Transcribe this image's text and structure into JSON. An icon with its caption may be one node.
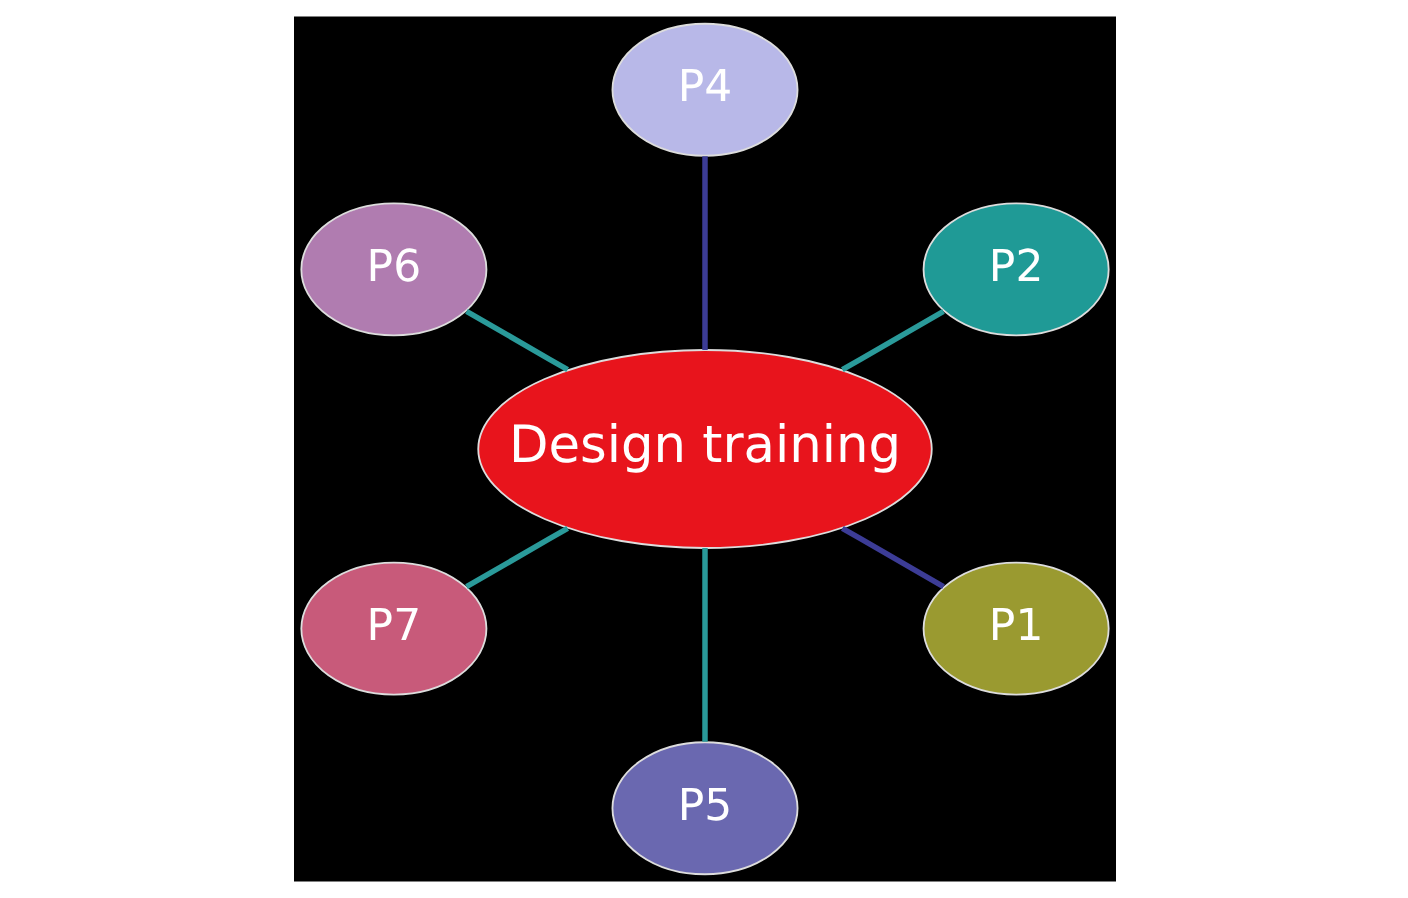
{
  "diagram": {
    "nodes": [
      {
        "text": [
          "Design training"
        ]
      },
      {
        "text": [
          "P2"
        ]
      },
      {
        "text": [
          "P4"
        ]
      },
      {
        "text": [
          "P6"
        ]
      },
      {
        "text": [
          "P7"
        ]
      },
      {
        "text": [
          "P5"
        ]
      },
      {
        "text": [
          "P1"
        ]
      }
    ],
    "edges": [
      {
        "from": 0,
        "to": 1,
        "arrow": "none"
      },
      {
        "from": 0,
        "to": 2,
        "arrow": "none",
        "color": "#3c3c96"
      },
      {
        "from": 0,
        "to": 3,
        "arrow": "none"
      },
      {
        "from": 0,
        "to": 4,
        "arrow": "none"
      },
      {
        "from": 0,
        "to": 5,
        "arrow": "none"
      },
      {
        "from": 0,
        "to": 6,
        "arrow": "none",
        "color": "#3c3c96"
      }
    ]
  }
}
